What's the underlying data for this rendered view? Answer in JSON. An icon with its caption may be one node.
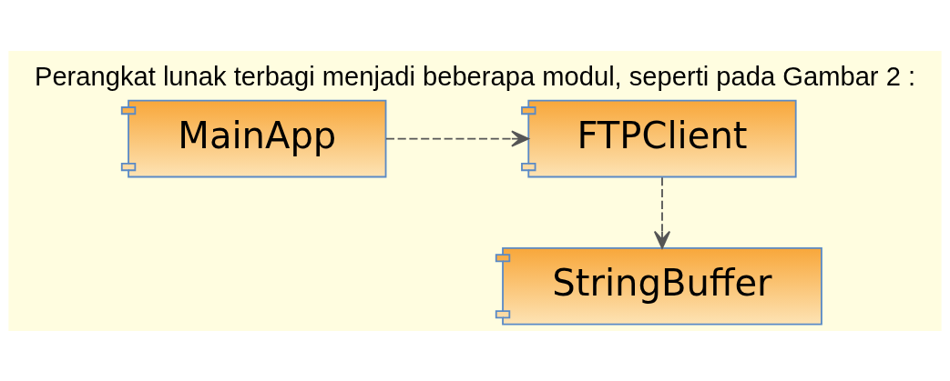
{
  "diagram": {
    "title": "Perangkat lunak terbagi menjadi beberapa modul, seperti pada Gambar 2 :",
    "nodes": [
      {
        "text": [
          "FTPClient"
        ]
      },
      {
        "text": [
          "MainApp"
        ]
      },
      {
        "text": [
          "StringBuffer"
        ]
      }
    ],
    "edges": [
      {
        "from": 1,
        "to": 0,
        "arrow": "to",
        "style": "dashed"
      },
      {
        "from": 0,
        "to": 2,
        "arrow": "to",
        "style": "dashed"
      }
    ]
  }
}
